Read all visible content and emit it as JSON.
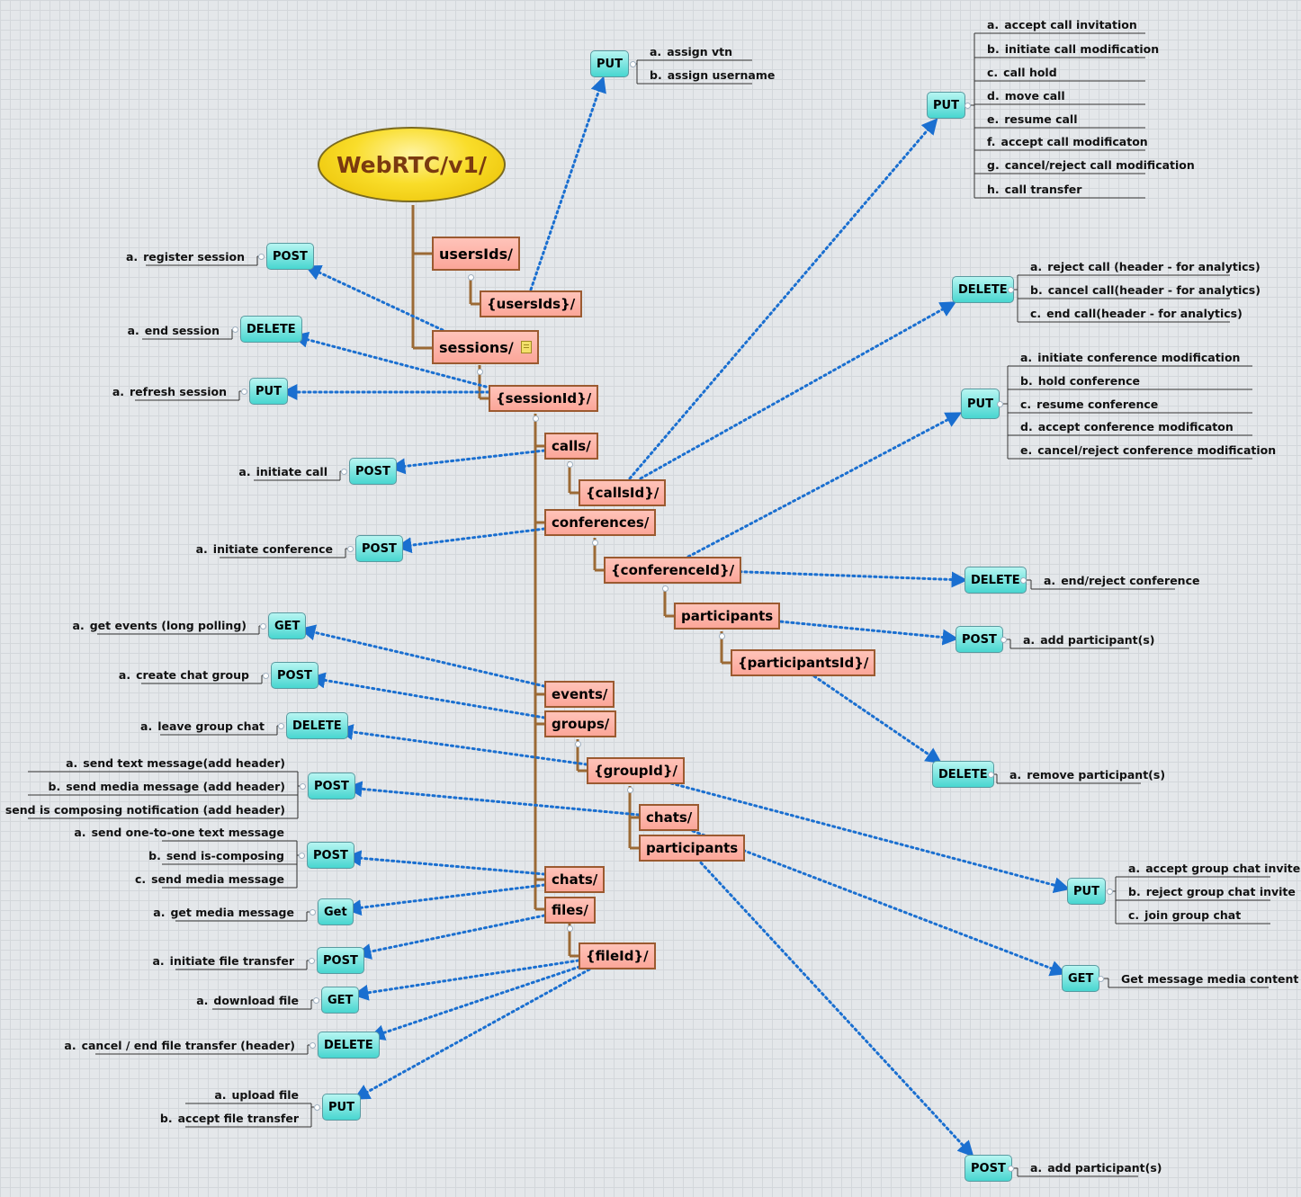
{
  "root": "WebRTC/v1/",
  "colors": {
    "connector": "#9b6a35",
    "dotted_link": "#1a6fd0",
    "leaf_line": "#333333",
    "resource_fill": "#fba699",
    "method_fill": "#48d6d0",
    "root_fill": "#f9dd2a"
  },
  "resources": {
    "usersIds": "usersIds/",
    "usersIds_param": "{usersIds}/",
    "sessions": "sessions/",
    "sessionId": "{sessionId}/",
    "calls": "calls/",
    "callsId": "{callsId}/",
    "conferences": "conferences/",
    "conferenceId": "{conferenceId}/",
    "conf_participants": "participants",
    "participantsId": "{participantsId}/",
    "events": "events/",
    "groups": "groups/",
    "groupId": "{groupId}/",
    "group_chats": "chats/",
    "group_participants": "participants",
    "chats": "chats/",
    "files": "files/",
    "fileId": "{fileId}/"
  },
  "method_groups": [
    {
      "id": "users-put",
      "method": "PUT",
      "items": [
        {
          "m": "a.",
          "t": "assign vtn"
        },
        {
          "m": "b.",
          "t": "assign username"
        }
      ]
    },
    {
      "id": "call-put",
      "method": "PUT",
      "items": [
        {
          "m": "a.",
          "t": "accept call invitation"
        },
        {
          "m": "b.",
          "t": "initiate call modification"
        },
        {
          "m": "c.",
          "t": "call hold"
        },
        {
          "m": "d.",
          "t": "move call"
        },
        {
          "m": "e.",
          "t": "resume call"
        },
        {
          "m": "f.",
          "t": "accept call modificaton"
        },
        {
          "m": "g.",
          "t": "cancel/reject call modification"
        },
        {
          "m": "h.",
          "t": "call transfer"
        }
      ]
    },
    {
      "id": "call-delete",
      "method": "DELETE",
      "items": [
        {
          "m": "a.",
          "t": "reject call (header - for analytics)"
        },
        {
          "m": "b.",
          "t": "cancel call(header - for analytics)"
        },
        {
          "m": "c.",
          "t": "end call(header - for analytics)"
        }
      ]
    },
    {
      "id": "conf-put",
      "method": "PUT",
      "items": [
        {
          "m": "a.",
          "t": "initiate conference modification"
        },
        {
          "m": "b.",
          "t": "hold conference"
        },
        {
          "m": "c.",
          "t": "resume conference"
        },
        {
          "m": "d.",
          "t": "accept conference modificaton"
        },
        {
          "m": "e.",
          "t": "cancel/reject conference modification"
        }
      ]
    },
    {
      "id": "conf-delete",
      "method": "DELETE",
      "items": [
        {
          "m": "a.",
          "t": "end/reject conference"
        }
      ]
    },
    {
      "id": "conf-part-post",
      "method": "POST",
      "items": [
        {
          "m": "a.",
          "t": "add participant(s)"
        }
      ]
    },
    {
      "id": "conf-part-delete",
      "method": "DELETE",
      "items": [
        {
          "m": "a.",
          "t": "remove participant(s)"
        }
      ]
    },
    {
      "id": "group-put",
      "method": "PUT",
      "items": [
        {
          "m": "a.",
          "t": "accept group chat invite"
        },
        {
          "m": "b.",
          "t": "reject group chat invite"
        },
        {
          "m": "c.",
          "t": "join group chat"
        }
      ]
    },
    {
      "id": "group-chat-get",
      "method": "GET",
      "items": [
        {
          "m": "",
          "t": "Get message media content"
        }
      ]
    },
    {
      "id": "group-part-post",
      "method": "POST",
      "items": [
        {
          "m": "a.",
          "t": "add participant(s)"
        }
      ]
    },
    {
      "id": "session-post",
      "method": "POST",
      "items": [
        {
          "m": "a.",
          "t": "register session"
        }
      ]
    },
    {
      "id": "session-delete",
      "method": "DELETE",
      "items": [
        {
          "m": "a.",
          "t": "end session"
        }
      ]
    },
    {
      "id": "session-put",
      "method": "PUT",
      "items": [
        {
          "m": "a.",
          "t": "refresh session"
        }
      ]
    },
    {
      "id": "calls-post",
      "method": "POST",
      "items": [
        {
          "m": "a.",
          "t": "initiate call"
        }
      ]
    },
    {
      "id": "conf-post",
      "method": "POST",
      "items": [
        {
          "m": "a.",
          "t": "initiate conference"
        }
      ]
    },
    {
      "id": "events-get",
      "method": "GET",
      "items": [
        {
          "m": "a.",
          "t": "get events (long polling)"
        }
      ]
    },
    {
      "id": "groups-post",
      "method": "POST",
      "items": [
        {
          "m": "a.",
          "t": "create chat group"
        }
      ]
    },
    {
      "id": "group-delete",
      "method": "DELETE",
      "items": [
        {
          "m": "a.",
          "t": "leave group chat"
        }
      ]
    },
    {
      "id": "group-chats-post",
      "method": "POST",
      "items": [
        {
          "m": "a.",
          "t": "send text message(add header)"
        },
        {
          "m": "b.",
          "t": "send media message (add header)"
        },
        {
          "m": "c.",
          "t": "send is composing notification (add header)"
        }
      ]
    },
    {
      "id": "chats-post",
      "method": "POST",
      "items": [
        {
          "m": "a.",
          "t": "send one-to-one text message"
        },
        {
          "m": "b.",
          "t": "send is-composing"
        },
        {
          "m": "c.",
          "t": "send media message"
        }
      ]
    },
    {
      "id": "chats-get",
      "method": "Get",
      "items": [
        {
          "m": "a.",
          "t": "get media message"
        }
      ]
    },
    {
      "id": "files-post",
      "method": "POST",
      "items": [
        {
          "m": "a.",
          "t": "initiate file transfer"
        }
      ]
    },
    {
      "id": "file-get",
      "method": "GET",
      "items": [
        {
          "m": "a.",
          "t": "download file"
        }
      ]
    },
    {
      "id": "file-delete",
      "method": "DELETE",
      "items": [
        {
          "m": "a.",
          "t": "cancel / end file transfer (header)"
        }
      ]
    },
    {
      "id": "file-put",
      "method": "PUT",
      "items": [
        {
          "m": "a.",
          "t": "upload file"
        },
        {
          "m": "b.",
          "t": "accept file transfer"
        }
      ]
    }
  ]
}
